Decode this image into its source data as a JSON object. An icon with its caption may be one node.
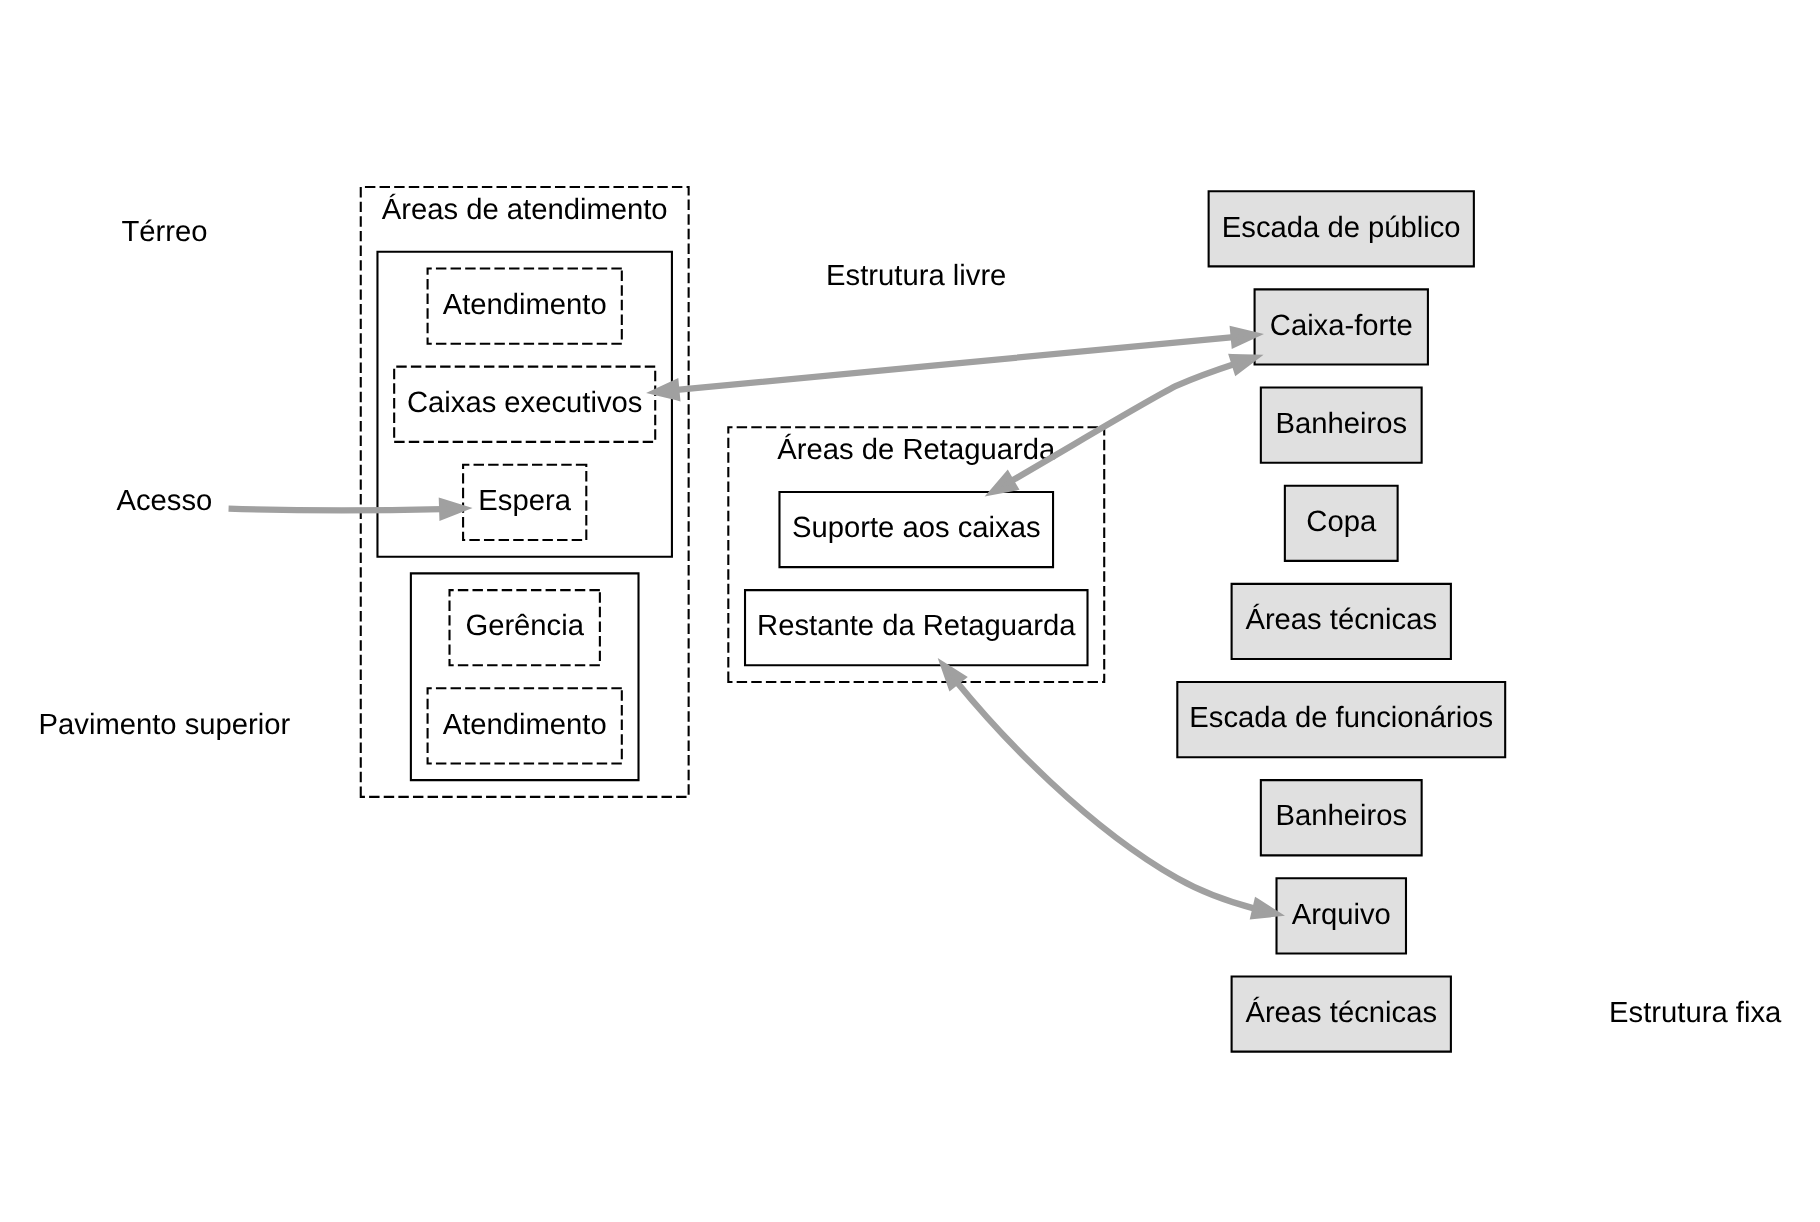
{
  "diagram": {
    "nodes": [
      {
        "text": [
          "Áreas de atendimento"
        ]
      },
      {
        "text": [],
        "shape": "box",
        "in": 0
      },
      {
        "text": [
          "Espera"
        ],
        "in": 1
      },
      {
        "text": [
          "Caixas executivos"
        ],
        "in": 1
      },
      {
        "text": [
          "Atendimento"
        ],
        "in": 1
      },
      {
        "text": [],
        "shape": "box",
        "in": 0
      },
      {
        "text": [
          "Atendimento"
        ],
        "in": 5
      },
      {
        "text": [
          "Gerência"
        ],
        "in": 5
      },
      {
        "text": [
          "Áreas de Retaguarda"
        ]
      },
      {
        "text": [
          "Suporte aos caixas"
        ],
        "in": 8
      },
      {
        "text": [
          "Restante da Retaguarda"
        ],
        "in": 8
      },
      {
        "text": [
          "Escada de público"
        ]
      },
      {
        "text": [
          "Caixa-forte"
        ]
      },
      {
        "text": [
          "Banheiros"
        ]
      },
      {
        "text": [
          "Copa"
        ]
      },
      {
        "text": [
          "Áreas técnicas"
        ]
      },
      {
        "text": [
          "Escada de funcionários"
        ]
      },
      {
        "text": [
          "Banheiros"
        ]
      },
      {
        "text": [
          "Arquivo"
        ]
      },
      {
        "text": [
          "Áreas técnicas"
        ]
      },
      {
        "text": [
          "Acesso"
        ]
      }
    ],
    "edges": [
      {
        "from": 20,
        "to": 2,
        "arrow": "to"
      },
      {
        "from": 9,
        "to": 12,
        "arrow": "both"
      },
      {
        "from": 12,
        "to": 3,
        "arrow": "both"
      },
      {
        "from": 10,
        "to": 18,
        "arrow": "both"
      }
    ],
    "labels": [
      "Térreo",
      "Pavimento superior",
      "Estrutura livre",
      "Estrutura fixa"
    ]
  }
}
